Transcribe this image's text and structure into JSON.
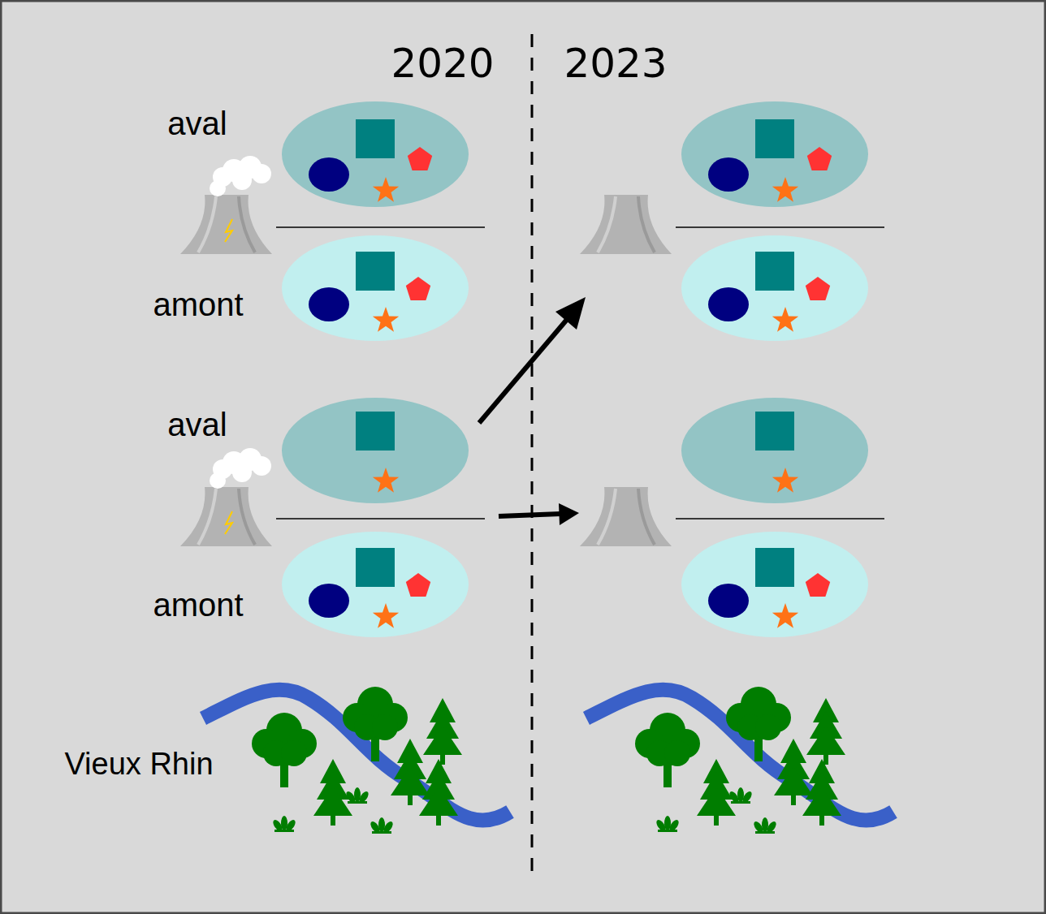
{
  "diagram": {
    "labels": [
      "2020",
      "2023",
      "aval",
      "amont",
      "aval",
      "amont",
      "Vieux Rhin"
    ]
  }
}
